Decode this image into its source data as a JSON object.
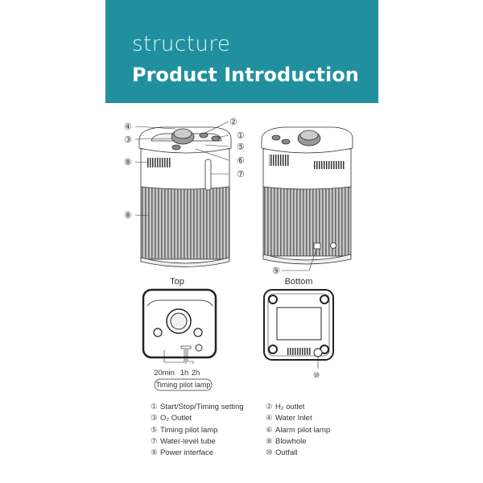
{
  "header": {
    "subtitle": "structure",
    "title": "Product Introduction",
    "color": "#20909f"
  },
  "callouts": {
    "c1": "①",
    "c2": "②",
    "c3": "③",
    "c4": "④",
    "c5": "⑤",
    "c6": "⑥",
    "c7": "⑦",
    "c8": "⑧",
    "c9": "⑨",
    "c10": "⑩"
  },
  "views": {
    "top": "Top",
    "bottom": "Bottom"
  },
  "timing": {
    "t1": "20min",
    "t2": "1h",
    "t3": "2h",
    "caption": "Timing pilot lamp"
  },
  "legend": [
    {
      "num": "①",
      "label": "Start/Stop/Timing setting"
    },
    {
      "num": "②",
      "label": "H₂ outlet"
    },
    {
      "num": "③",
      "label": "O₂ Outlet"
    },
    {
      "num": "④",
      "label": "Water Inlet"
    },
    {
      "num": "⑤",
      "label": "Timing pilot lamp"
    },
    {
      "num": "⑥",
      "label": "Alarm pilot lamp"
    },
    {
      "num": "⑦",
      "label": "Water-level tube"
    },
    {
      "num": "⑧",
      "label": "Blowhole"
    },
    {
      "num": "⑨",
      "label": "Power interface"
    },
    {
      "num": "⑩",
      "label": "Outfall"
    }
  ]
}
